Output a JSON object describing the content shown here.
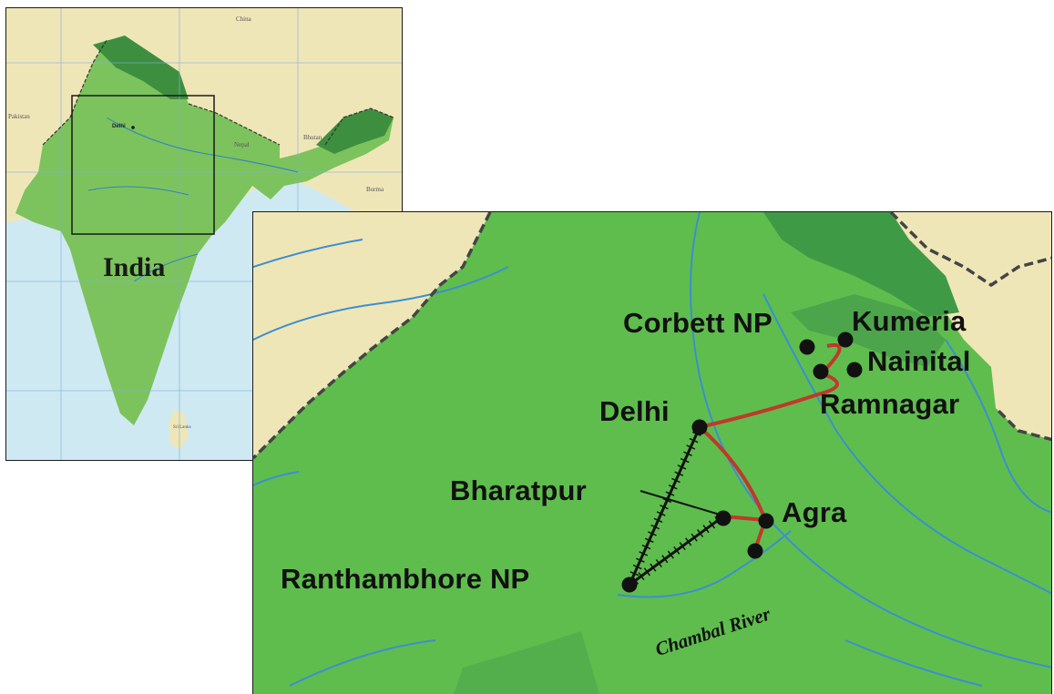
{
  "overview_map": {
    "title": "India",
    "city": "Delhi",
    "neighbor_labels": [
      "China",
      "Pakistan",
      "Nepal",
      "Bhutan",
      "Burma",
      "Sri Lanka"
    ]
  },
  "detail_map": {
    "places": {
      "corbett": "Corbett NP",
      "kumeria": "Kumeria",
      "nainital": "Nainital",
      "ramnagar": "Ramnagar",
      "delhi": "Delhi",
      "bharatpur": "Bharatpur",
      "agra": "Agra",
      "ranthambhore": "Ranthambhore NP"
    },
    "river": "Chambal River",
    "route_colors": {
      "road": "#c0392b",
      "rail": "#111111"
    }
  }
}
